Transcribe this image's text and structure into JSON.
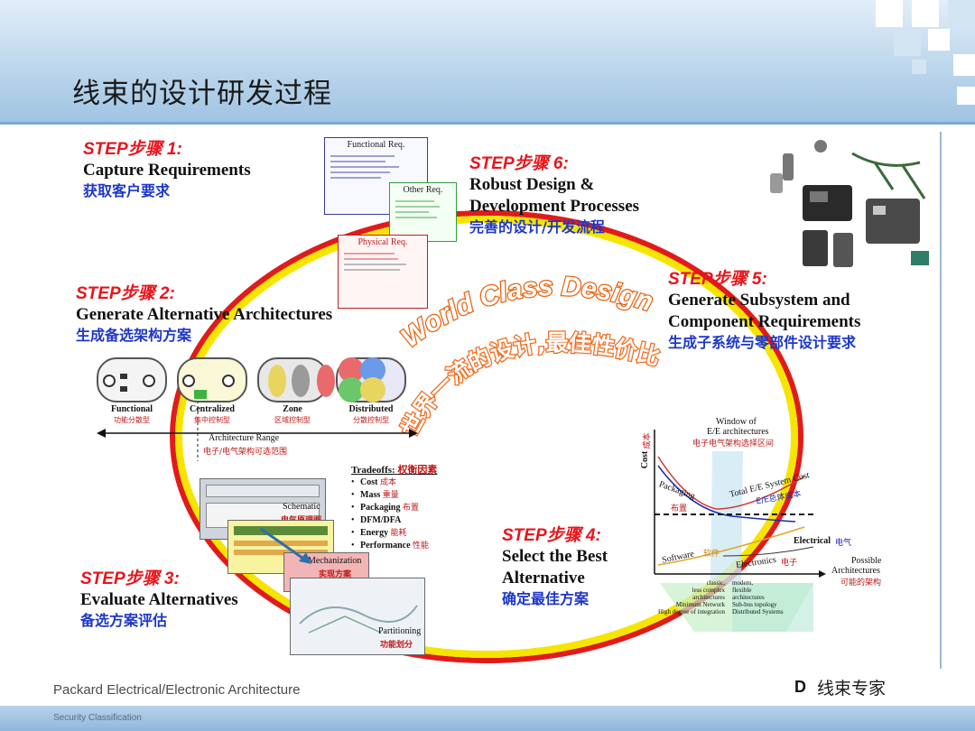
{
  "slide": {
    "title": "线束的设计研发过程",
    "footer": "Packard Electrical/Electronic Architecture",
    "security": "Security Classification",
    "watermark": "线束专家",
    "logo": "D"
  },
  "colors": {
    "step_red": "#e8141b",
    "cn_blue": "#1e37c8",
    "ring_yellow": "#f6e500",
    "ring_red": "#e11b1b",
    "banner_orange": "#f26a1b"
  },
  "center_banner": {
    "english": "World Class Design",
    "chinese": "世界一流的设计,最佳性价比"
  },
  "steps": [
    {
      "label": "STEP步骤 1:",
      "en": [
        "Capture Requirements"
      ],
      "cn": "获取客户要求"
    },
    {
      "label": "STEP步骤 2:",
      "en": [
        "Generate Alternative Architectures"
      ],
      "cn": "生成备选架构方案"
    },
    {
      "label": "STEP步骤 3:",
      "en": [
        "Evaluate Alternatives"
      ],
      "cn": "备选方案评估"
    },
    {
      "label": "STEP步骤 4:",
      "en": [
        "Select the Best",
        "Alternative"
      ],
      "cn": "确定最佳方案"
    },
    {
      "label": "STEP步骤 5:",
      "en": [
        "Generate Subsystem and",
        "Component Requirements"
      ],
      "cn": "生成子系统与零部件设计要求"
    },
    {
      "label": "STEP步骤 6:",
      "en": [
        "Robust Design &",
        "Development Processes"
      ],
      "cn": "完善的设计/开发流程"
    }
  ],
  "requirements": {
    "functional": "Functional Req.",
    "other": "Other Req.",
    "physical": "Physical Req."
  },
  "architectures": [
    {
      "name": "Functional",
      "cn": "功能分散型"
    },
    {
      "name": "Centralized",
      "cn": "集中控制型"
    },
    {
      "name": "Zone",
      "cn": "区域控制型"
    },
    {
      "name": "Distributed",
      "cn": "分散控制型"
    }
  ],
  "architecture_range": {
    "en": "Architecture Range",
    "cn": "电子/电气架构可选范围"
  },
  "tradeoffs": {
    "title": "Tradeoffs:",
    "title_cn": "权衡因素",
    "items": [
      {
        "en": "Cost",
        "cn": "成本"
      },
      {
        "en": "Mass",
        "cn": "重量"
      },
      {
        "en": "Packaging",
        "cn": "布置"
      },
      {
        "en": "DFM/DFA",
        "cn": ""
      },
      {
        "en": "Energy",
        "cn": "能耗"
      },
      {
        "en": "Performance",
        "cn": "性能"
      }
    ]
  },
  "evaluation": {
    "schematic": "Schematic",
    "schematic_cn": "电气原理图",
    "mechanization": "Mechanization",
    "mechanization_cn": "实现方案",
    "partitioning": "Partitioning",
    "partitioning_cn": "功能划分"
  },
  "cost_chart": {
    "y_label": "Cost",
    "y_label_cn": "成本",
    "window": "Window of",
    "window2": "E/E architectures",
    "window_cn": "电子电气架构选择区间",
    "total": "Total E/E System Cost",
    "total_cn": "E/E总体成本",
    "packaging": "Packaging",
    "packaging_cn": "布置",
    "electrical": "Electrical",
    "electrical_cn": "电气",
    "software": "Software",
    "software_cn": "软件",
    "electronics": "Electronics",
    "electronics_cn": "电子",
    "x_label": "Possible",
    "x_label2": "Architectures",
    "x_label_cn": "可能的架构",
    "left_notes": [
      "classic,",
      "less complex",
      "architectures",
      "Minimum Network",
      "High degree of integration"
    ],
    "right_notes": [
      "modern,",
      "flexible",
      "architectures",
      "Sub-bus topology",
      "Distributed Systems"
    ]
  }
}
